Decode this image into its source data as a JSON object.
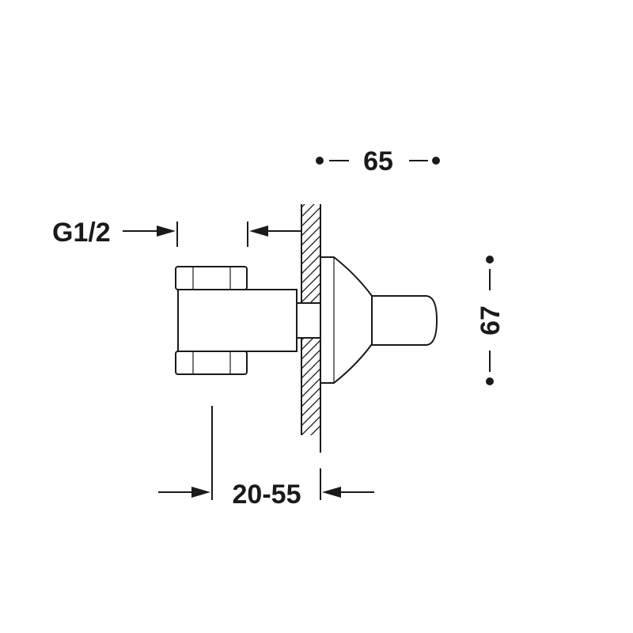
{
  "dimensions": {
    "thread": "G1/2",
    "depth": "65",
    "height": "67",
    "range": "20-55"
  }
}
